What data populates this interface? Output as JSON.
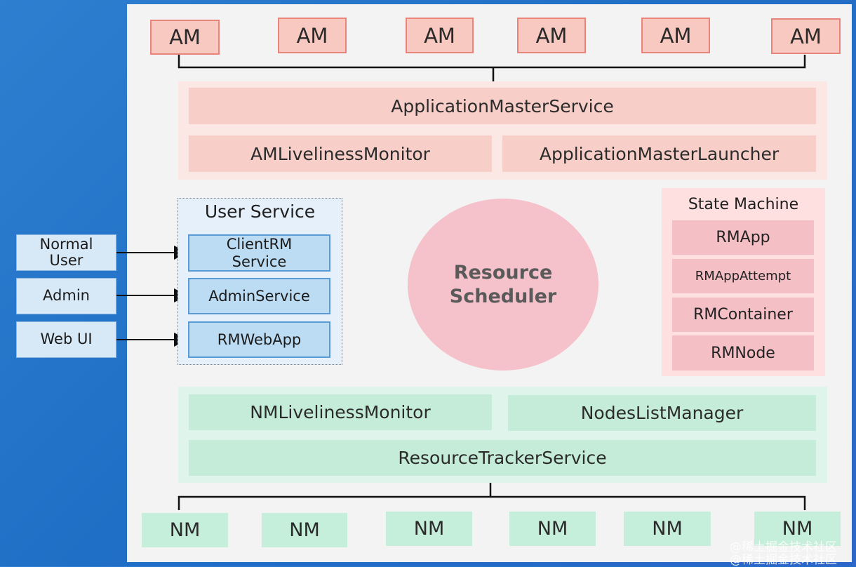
{
  "am_boxes": [
    "AM",
    "AM",
    "AM",
    "AM",
    "AM",
    "AM"
  ],
  "nm_boxes": [
    "NM",
    "NM",
    "NM",
    "NM",
    "NM",
    "NM"
  ],
  "am_layer": {
    "application_master_service": "ApplicationMasterService",
    "am_liveliness_monitor": "AMLivelinessMonitor",
    "application_master_launcher": "ApplicationMasterLauncher"
  },
  "user_service": {
    "title": "User Service",
    "items": [
      "ClientRM\nService",
      "AdminService",
      "RMWebApp"
    ]
  },
  "clients": [
    "Normal\nUser",
    "Admin",
    "Web UI"
  ],
  "scheduler": {
    "label": "Resource\nScheduler"
  },
  "state_machine": {
    "title": "State Machine",
    "items": [
      "RMApp",
      "RMAppAttempt",
      "RMContainer",
      "RMNode"
    ]
  },
  "nm_layer": {
    "nm_liveliness_monitor": "NMLivelinessMonitor",
    "nodes_list_manager": "NodesListManager",
    "resource_tracker_service": "ResourceTrackerService"
  },
  "watermark": "@稀土掘金技术社区",
  "colors": {
    "am_fill": "#f8c9c0",
    "am_border": "#e9847b",
    "nm_fill": "#c5eedb",
    "scheduler_fill": "#f5c2cb",
    "user_service_border": "#5b9bd5"
  }
}
